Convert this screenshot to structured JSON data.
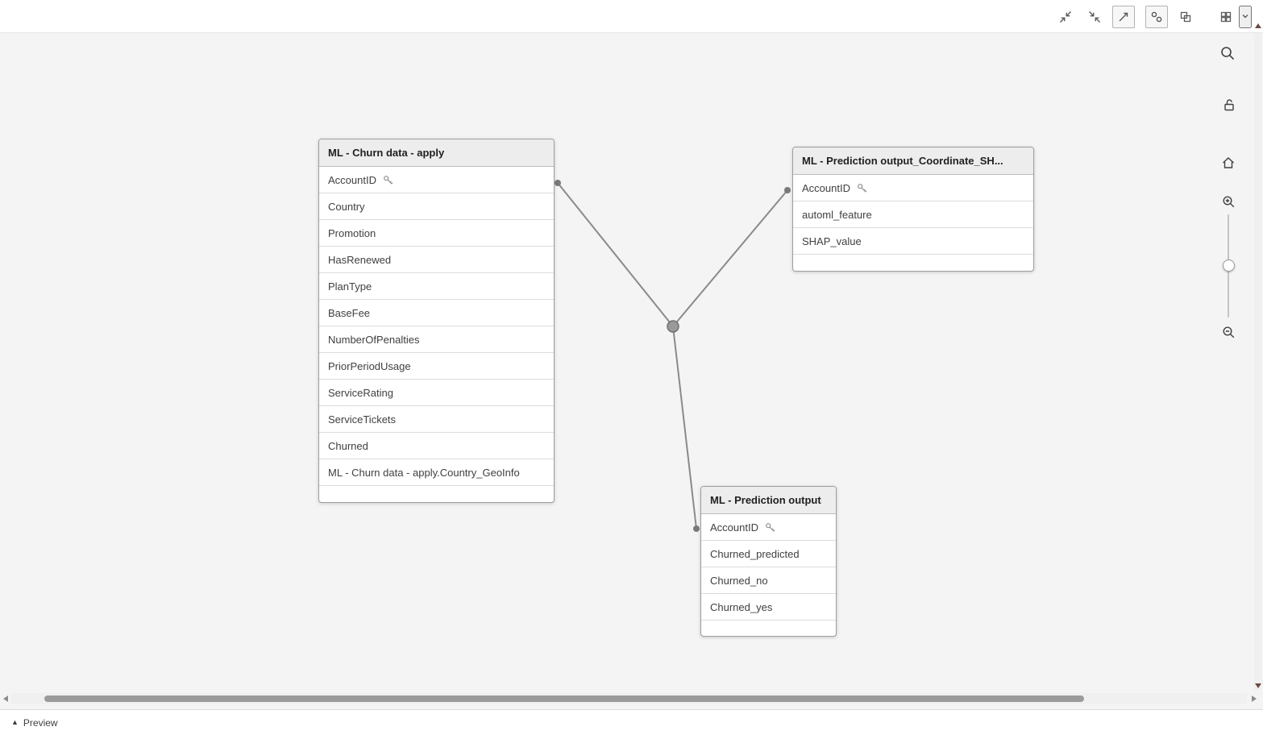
{
  "colors": {
    "canvas_bg": "#f4f4f4",
    "panel_bg": "#ffffff",
    "table_border": "#9e9e9e",
    "table_header_bg": "#ededed",
    "row_divider": "#dcdcdc",
    "association_line": "#8a8a8a",
    "icon_color": "#595959",
    "field_text": "#404040"
  },
  "top_toolbar": {
    "icons": [
      "collapse-diagonal",
      "collapse-corners",
      "expand-diagonal",
      "linked-fields-view",
      "internal-table-view",
      "grid-layout",
      "layout-menu-chevron"
    ]
  },
  "canvas": {
    "tables": [
      {
        "title": "ML - Churn data - apply",
        "fields": [
          {
            "name": "AccountID",
            "is_key": true
          },
          {
            "name": "Country",
            "is_key": false
          },
          {
            "name": "Promotion",
            "is_key": false
          },
          {
            "name": "HasRenewed",
            "is_key": false
          },
          {
            "name": "PlanType",
            "is_key": false
          },
          {
            "name": "BaseFee",
            "is_key": false
          },
          {
            "name": "NumberOfPenalties",
            "is_key": false
          },
          {
            "name": "PriorPeriodUsage",
            "is_key": false
          },
          {
            "name": "ServiceRating",
            "is_key": false
          },
          {
            "name": "ServiceTickets",
            "is_key": false
          },
          {
            "name": "Churned",
            "is_key": false
          },
          {
            "name": "ML - Churn data - apply.Country_GeoInfo",
            "is_key": false
          }
        ]
      },
      {
        "title": "ML - Prediction output_Coordinate_SH...",
        "fields": [
          {
            "name": "AccountID",
            "is_key": true
          },
          {
            "name": "automl_feature",
            "is_key": false
          },
          {
            "name": "SHAP_value",
            "is_key": false
          }
        ]
      },
      {
        "title": "ML - Prediction output",
        "fields": [
          {
            "name": "AccountID",
            "is_key": true
          },
          {
            "name": "Churned_predicted",
            "is_key": false
          },
          {
            "name": "Churned_no",
            "is_key": false
          },
          {
            "name": "Churned_yes",
            "is_key": false
          }
        ]
      }
    ],
    "associations": [
      {
        "from_table": "ML - Churn data - apply",
        "field": "AccountID"
      },
      {
        "from_table": "ML - Prediction output_Coordinate_SH...",
        "field": "AccountID"
      },
      {
        "from_table": "ML - Prediction output",
        "field": "AccountID"
      }
    ]
  },
  "side_toolbar": {
    "icons": [
      "search",
      "unlock",
      "home",
      "zoom-in",
      "zoom-out"
    ]
  },
  "footer": {
    "preview_label": "Preview"
  }
}
